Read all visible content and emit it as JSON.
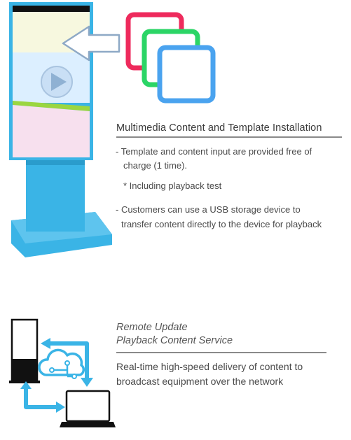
{
  "section1": {
    "title": "Multimedia Content and Template Installation",
    "bullets": [
      "- Template and content input are provided free of",
      "charge (1 time).",
      "* Including playback test",
      "- Customers can use a USB storage device to",
      "transfer content directly to the device for playback"
    ]
  },
  "section2": {
    "title_line1": "Remote Update",
    "title_line2": "Playback Content Service",
    "desc_line1": "Real-time high-speed delivery of content to",
    "desc_line2": "broadcast equipment over the network"
  },
  "icons": {
    "kiosk": "digital-signage-kiosk-icon",
    "play": "play-icon",
    "arrow": "arrow-left-icon",
    "frames": "stacked-frames-icon",
    "cloud": "cloud-network-icon",
    "laptop": "laptop-icon",
    "tower": "standing-display-icon"
  },
  "colors": {
    "kiosk_blue": "#3ab4e6",
    "frame_red": "#ee2a5c",
    "frame_green": "#2bd566",
    "frame_blue": "#4aa3ef",
    "panel_yellow": "#f7f8df",
    "panel_blue": "#dcefff",
    "panel_pink": "#f7e0ee",
    "green_bar": "#9bd640"
  }
}
